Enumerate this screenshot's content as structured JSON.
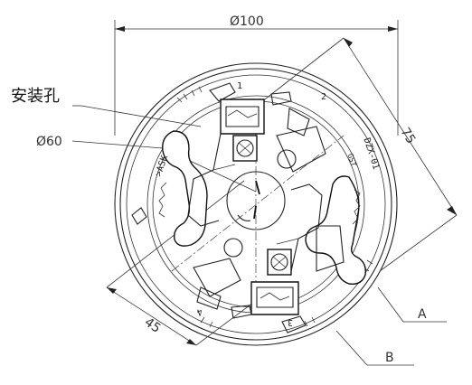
{
  "dimensions": {
    "outer_diameter": "Ø100",
    "inner_diameter": "Ø60",
    "diagonal_long": "75",
    "diagonal_short": "45"
  },
  "labels": {
    "mounting_hole": "安装孔",
    "model_code": "DZX-01",
    "brand_mark": "GST",
    "terminal_1": "1",
    "terminal_2": "2",
    "terminal_3": "3",
    "terminal_4": "4",
    "direction_text": ">ASK",
    "callout_a": "A",
    "callout_b": "B"
  }
}
